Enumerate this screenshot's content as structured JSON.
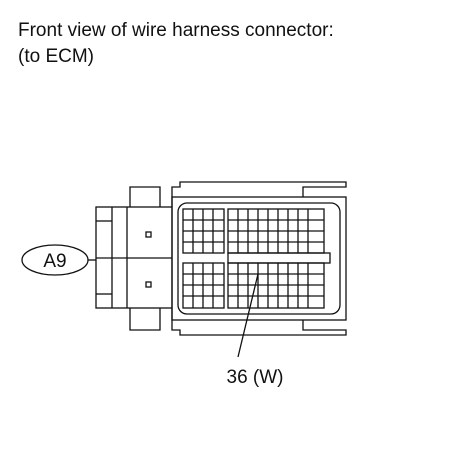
{
  "title": {
    "line1": "Front view of wire harness connector:",
    "line2": "(to ECM)"
  },
  "connector": {
    "code": "A9",
    "pin_callout": "36 (W)"
  },
  "colors": {
    "stroke": "#111111",
    "background": "#ffffff"
  }
}
